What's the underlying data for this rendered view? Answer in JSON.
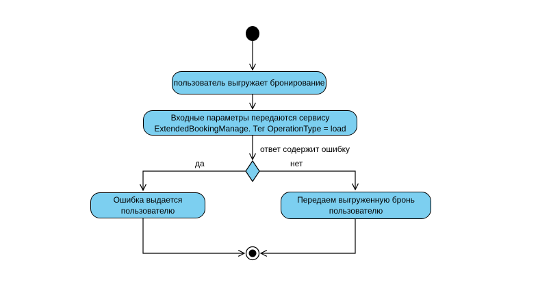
{
  "diagram": {
    "type": "uml-activity-diagram",
    "colors": {
      "background": "#FFFFFF",
      "node_fill": "#7CCFF0",
      "node_border": "#000000",
      "line": "#000000"
    },
    "nodes": {
      "start": {
        "kind": "initial-node"
      },
      "end": {
        "kind": "activity-final-node"
      }
    },
    "actions": {
      "load_booking": {
        "label": "пользователь выгружает бронирование"
      },
      "send_params": {
        "line1": "Входные параметры передаются сервису",
        "line2": "ExtendedBookingManage. Тег OperationType = load"
      },
      "show_error": {
        "line1": "Ошибка выдается",
        "line2": "пользователю"
      },
      "return_booking": {
        "line1": "Передаем выгруженную бронь",
        "line2": "пользователю"
      }
    },
    "decision": {
      "condition": "ответ содержит ошибку",
      "yes_label": "да",
      "no_label": "нет"
    }
  }
}
